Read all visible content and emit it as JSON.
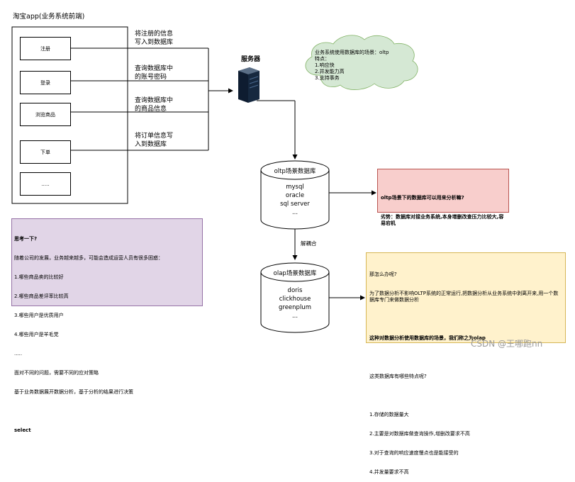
{
  "app_title": "淘宝app(业务系统前端)",
  "app_buttons": [
    "注册",
    "登录",
    "浏览商品",
    "下单",
    "....."
  ],
  "arrow_labels": [
    "将注册的信息\n写入到数据库",
    "查询数据库中\n的账号密码",
    "查询数据库中\n的商品信息",
    "将订单信息写\n入到数据库"
  ],
  "server_label": "服务器",
  "cloud_lines": [
    "业务系统使用数据库的场景：oltp",
    "特点：",
    "1.响应快",
    "2.并发能力高",
    "3.支持事务"
  ],
  "oltp_db": {
    "title": "oltp场景数据库",
    "items": [
      "mysql",
      "oracle",
      "sql server",
      "..."
    ]
  },
  "decouple_label": "解耦合",
  "olap_db": {
    "title": "olap场景数据库",
    "items": [
      "doris",
      "clickhouse",
      "greenplum",
      "..."
    ]
  },
  "red_note": [
    "oltp场景下的数据库可以用来分析嘛?",
    "劣势：数据库对接业务系统,本身增删改查压力比较大,容易宕机"
  ],
  "purple_note": [
    "思考一下?",
    "随着公司的发展，业务越来越多，可能会造成运营人员有很多困惑：",
    "1.哪些商品卖的比较好",
    "2.哪些商品差评率比较高",
    "3.哪些用户是优质用户",
    "4.哪些用户是羊毛党",
    ".....",
    "面对不同的问题，需要不同的应对策略",
    "基于业务数据展开数据分析，基于分析的结果进行决策",
    "",
    "select"
  ],
  "yellow_note": [
    "那怎么办呢?",
    "为了数据分析不影响OLTP系统的正常运行,把数据分析从业务系统中剥离开来,用一个数据库专门来做数据分析",
    "",
    "这种对数据分析使用数据库的场景，我们称之为olap",
    "",
    "这类数据库有哪些特点呢?",
    "",
    "1.存储的数据量大",
    "2.主要是对数据库做查询操作,增删改要求不高",
    "3.对于查询的响应速度慢点也是能接受的",
    "4.并发量要求不高"
  ],
  "watermark": "CSDN @王哪跑nn",
  "colors": {
    "cloud": "#d5e8d4",
    "red_note": "#f8cecc",
    "purple_note": "#e1d5e7",
    "yellow_note": "#fff2cc"
  }
}
